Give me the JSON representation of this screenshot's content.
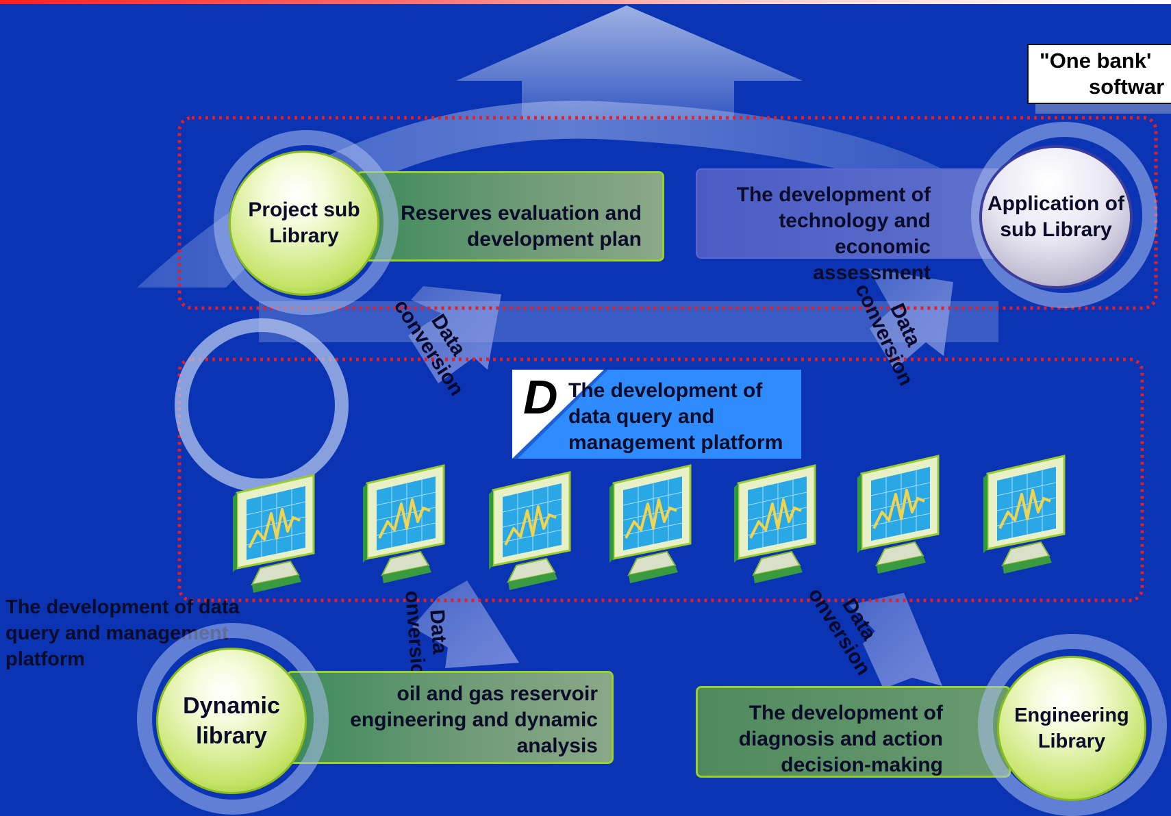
{
  "callout": {
    "line1": "\"One bank\" software",
    "visible_1": "\"One bank'",
    "visible_2": "softwar"
  },
  "project_library": {
    "label_1": "Project sub",
    "label_2": "Library"
  },
  "reserves_box": {
    "line1": "Reserves evaluation and",
    "line2": "development plan"
  },
  "tech_econ_box": {
    "line1": "The development of",
    "line2": "technology and economic",
    "line3": "assessment"
  },
  "application_library": {
    "label_1": "Application of",
    "label_2": "sub Library"
  },
  "platform_box": {
    "initial": "D",
    "line1": "The development of",
    "line2": "data query and",
    "line3": "management platform"
  },
  "side_label": {
    "line1": "The development of data",
    "line2": "query and management",
    "line3": "platform"
  },
  "dynamic_library": {
    "label_1": "Dynamic",
    "label_2": "library"
  },
  "reservoir_box": {
    "line1": "oil and gas reservoir",
    "line2": "engineering and dynamic",
    "line3": "analysis"
  },
  "diagnosis_box": {
    "line1": "The development of",
    "line2": "diagnosis and action",
    "line3": "decision-making"
  },
  "engineering_library": {
    "label_1": "Engineering",
    "label_2": "Library"
  },
  "data_conversion": {
    "word1": "Data",
    "word2": "conversion",
    "clip_a": "onversio",
    "clip_b": "onversion"
  },
  "colors": {
    "background": "#0a34b4",
    "dashed_border": "#e0202a",
    "green_accent": "#9ad22a",
    "platform_blue": "#2f8cff"
  },
  "monitors": {
    "count": 7,
    "icon": "chart-monitor-icon"
  }
}
